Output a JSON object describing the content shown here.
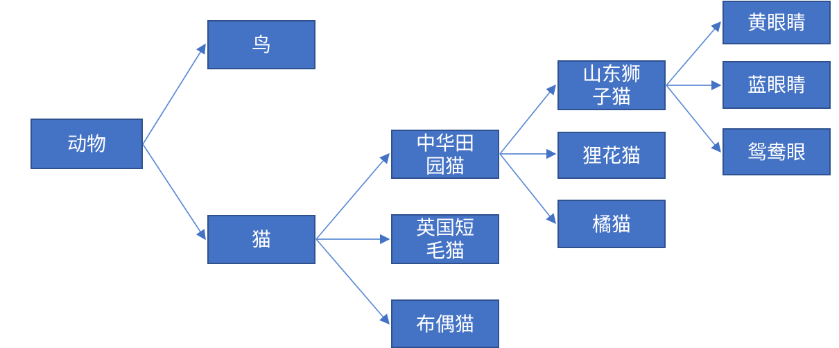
{
  "diagram": {
    "type": "tree",
    "direction": "left-to-right",
    "colors": {
      "node_fill": "#4472C4",
      "node_border": "#2F528F",
      "connector": "#5B8BD5",
      "arrowhead": "#4472C4",
      "text": "#ffffff",
      "background": "#ffffff"
    },
    "nodes": {
      "animal": {
        "label": "动物"
      },
      "bird": {
        "label": "鸟"
      },
      "cat": {
        "label": "猫"
      },
      "chinese_field_cat": {
        "label": [
          "中华田",
          "园猫"
        ]
      },
      "british_shorthair": {
        "label": [
          "英国短",
          "毛猫"
        ]
      },
      "ragdoll": {
        "label": "布偶猫"
      },
      "shandong_lion_cat": {
        "label": [
          "山东狮",
          "子猫"
        ]
      },
      "lihua_cat": {
        "label": "狸花猫"
      },
      "orange_cat": {
        "label": "橘猫"
      },
      "yellow_eyes": {
        "label": "黄眼睛"
      },
      "blue_eyes": {
        "label": "蓝眼睛"
      },
      "odd_eyes": {
        "label": "鸳鸯眼"
      }
    },
    "edges": [
      {
        "from": "animal",
        "to": "bird"
      },
      {
        "from": "animal",
        "to": "cat"
      },
      {
        "from": "cat",
        "to": "chinese_field_cat"
      },
      {
        "from": "cat",
        "to": "british_shorthair"
      },
      {
        "from": "cat",
        "to": "ragdoll"
      },
      {
        "from": "chinese_field_cat",
        "to": "shandong_lion_cat"
      },
      {
        "from": "chinese_field_cat",
        "to": "lihua_cat"
      },
      {
        "from": "chinese_field_cat",
        "to": "orange_cat"
      },
      {
        "from": "shandong_lion_cat",
        "to": "yellow_eyes"
      },
      {
        "from": "shandong_lion_cat",
        "to": "blue_eyes"
      },
      {
        "from": "shandong_lion_cat",
        "to": "odd_eyes"
      }
    ]
  }
}
